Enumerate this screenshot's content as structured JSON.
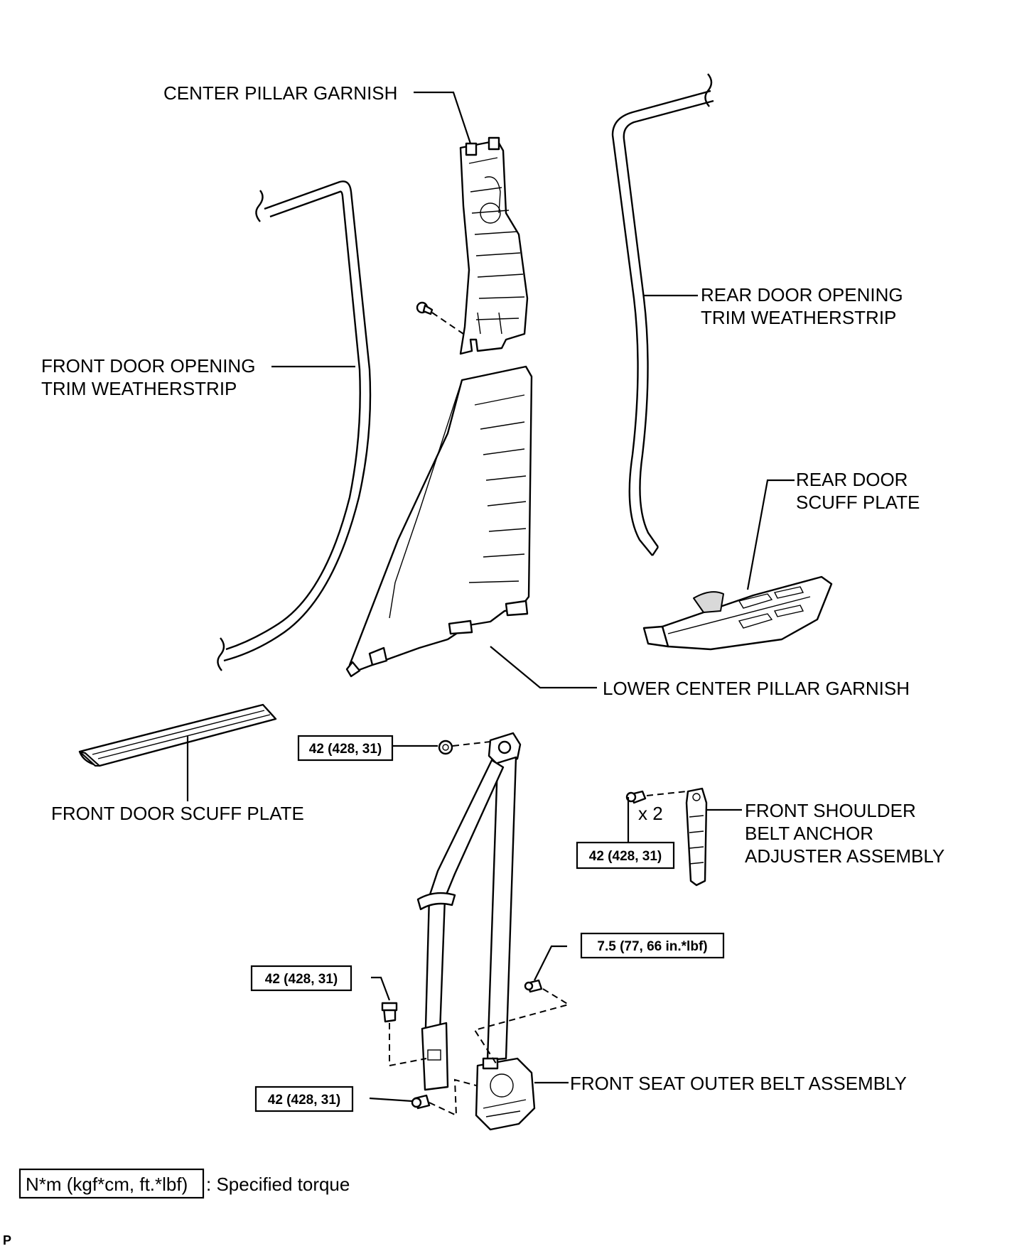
{
  "labels": {
    "center_pillar_garnish": "CENTER PILLAR GARNISH",
    "rear_door_weatherstrip_1": "REAR DOOR OPENING",
    "rear_door_weatherstrip_2": "TRIM WEATHERSTRIP",
    "front_door_weatherstrip_1": "FRONT DOOR OPENING",
    "front_door_weatherstrip_2": "TRIM WEATHERSTRIP",
    "rear_door_scuff_1": "REAR DOOR",
    "rear_door_scuff_2": "SCUFF PLATE",
    "lower_center_pillar_garnish": "LOWER CENTER PILLAR GARNISH",
    "front_door_scuff_plate": "FRONT DOOR SCUFF PLATE",
    "front_shoulder_1": "FRONT SHOULDER",
    "front_shoulder_2": "BELT ANCHOR",
    "front_shoulder_3": "ADJUSTER ASSEMBLY",
    "front_seat_outer_belt": "FRONT SEAT OUTER BELT ASSEMBLY",
    "quantity_x2": "x 2"
  },
  "torques": {
    "top_anchor": "42 (428, 31)",
    "adjuster_bolts": "42 (428, 31)",
    "retractor_screw": "7.5 (77, 66 in.*lbf)",
    "lower_anchor_bolt": "42 (428, 31)",
    "retractor_bolt": "42 (428, 31)"
  },
  "legend": {
    "box_text": "N*m (kgf*cm, ft.*lbf)",
    "description": ": Specified torque"
  },
  "corner_mark": "P"
}
